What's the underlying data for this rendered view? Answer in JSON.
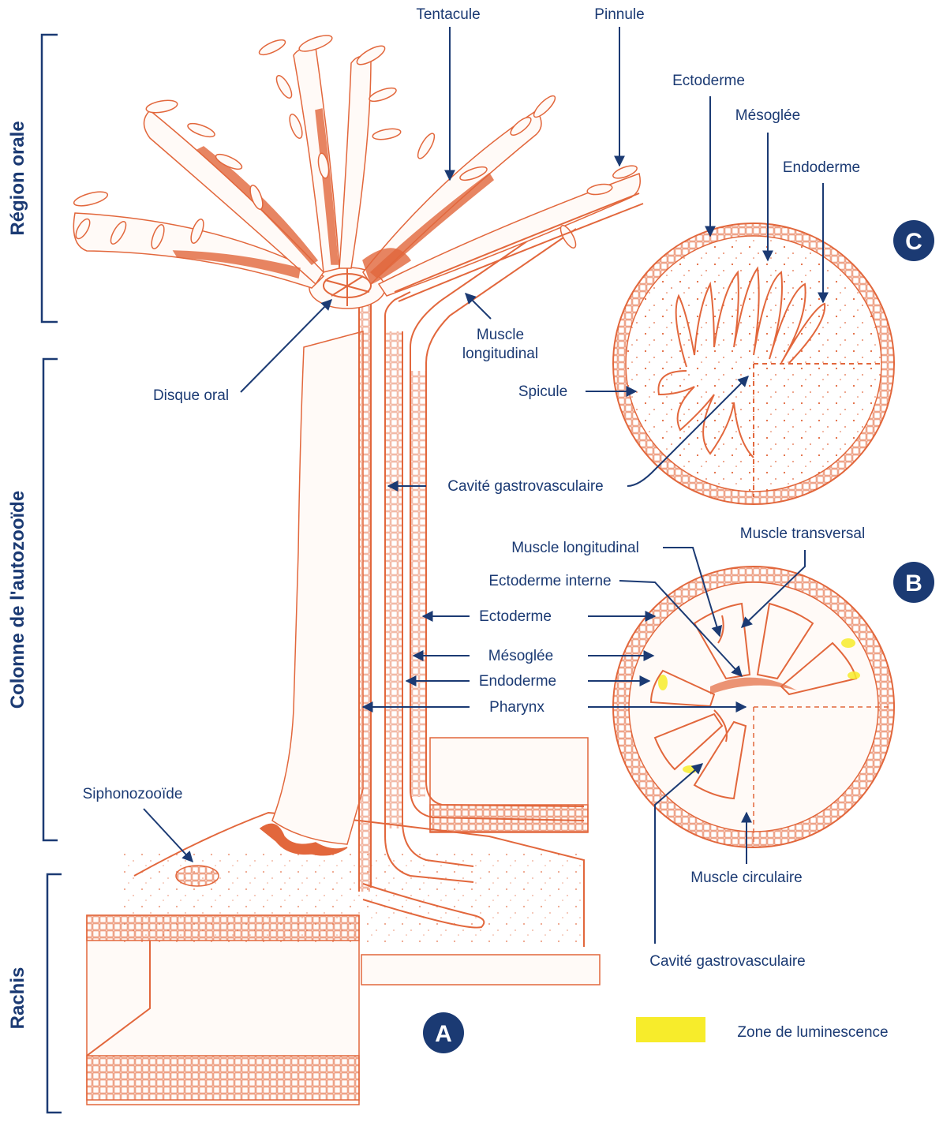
{
  "sections": {
    "oral": "Région orale",
    "column": "Colonne de l'autozooïde",
    "rachis": "Rachis"
  },
  "badges": {
    "a": "A",
    "b": "B",
    "c": "C"
  },
  "labels": {
    "tentacule": "Tentacule",
    "pinnule": "Pinnule",
    "muscle_longitudinal_a": "Muscle",
    "muscle_longitudinal_b": "longitudinal",
    "disque_oral": "Disque oral",
    "cavite_a": "Cavité gastrovasculaire",
    "ectoderme_a": "Ectoderme",
    "mesoglee_a": "Mésoglée",
    "endoderme_a": "Endoderme",
    "pharynx": "Pharynx",
    "siphonozooide": "Siphonozooïde",
    "ectoderme_c": "Ectoderme",
    "mesoglee_c": "Mésoglée",
    "endoderme_c": "Endoderme",
    "spicule": "Spicule",
    "muscle_longitudinal_bsec": "Muscle longitudinal",
    "muscle_transversal": "Muscle transversal",
    "ectoderme_interne": "Ectoderme interne",
    "muscle_circulaire": "Muscle circulaire",
    "cavite_b": "Cavité gastrovasculaire"
  },
  "legend": {
    "label": "Zone de luminescence",
    "color": "#f7ec2b"
  },
  "colors": {
    "tissue": "#e2673c",
    "text": "#1b3a73",
    "badge": "#1b3a73"
  }
}
